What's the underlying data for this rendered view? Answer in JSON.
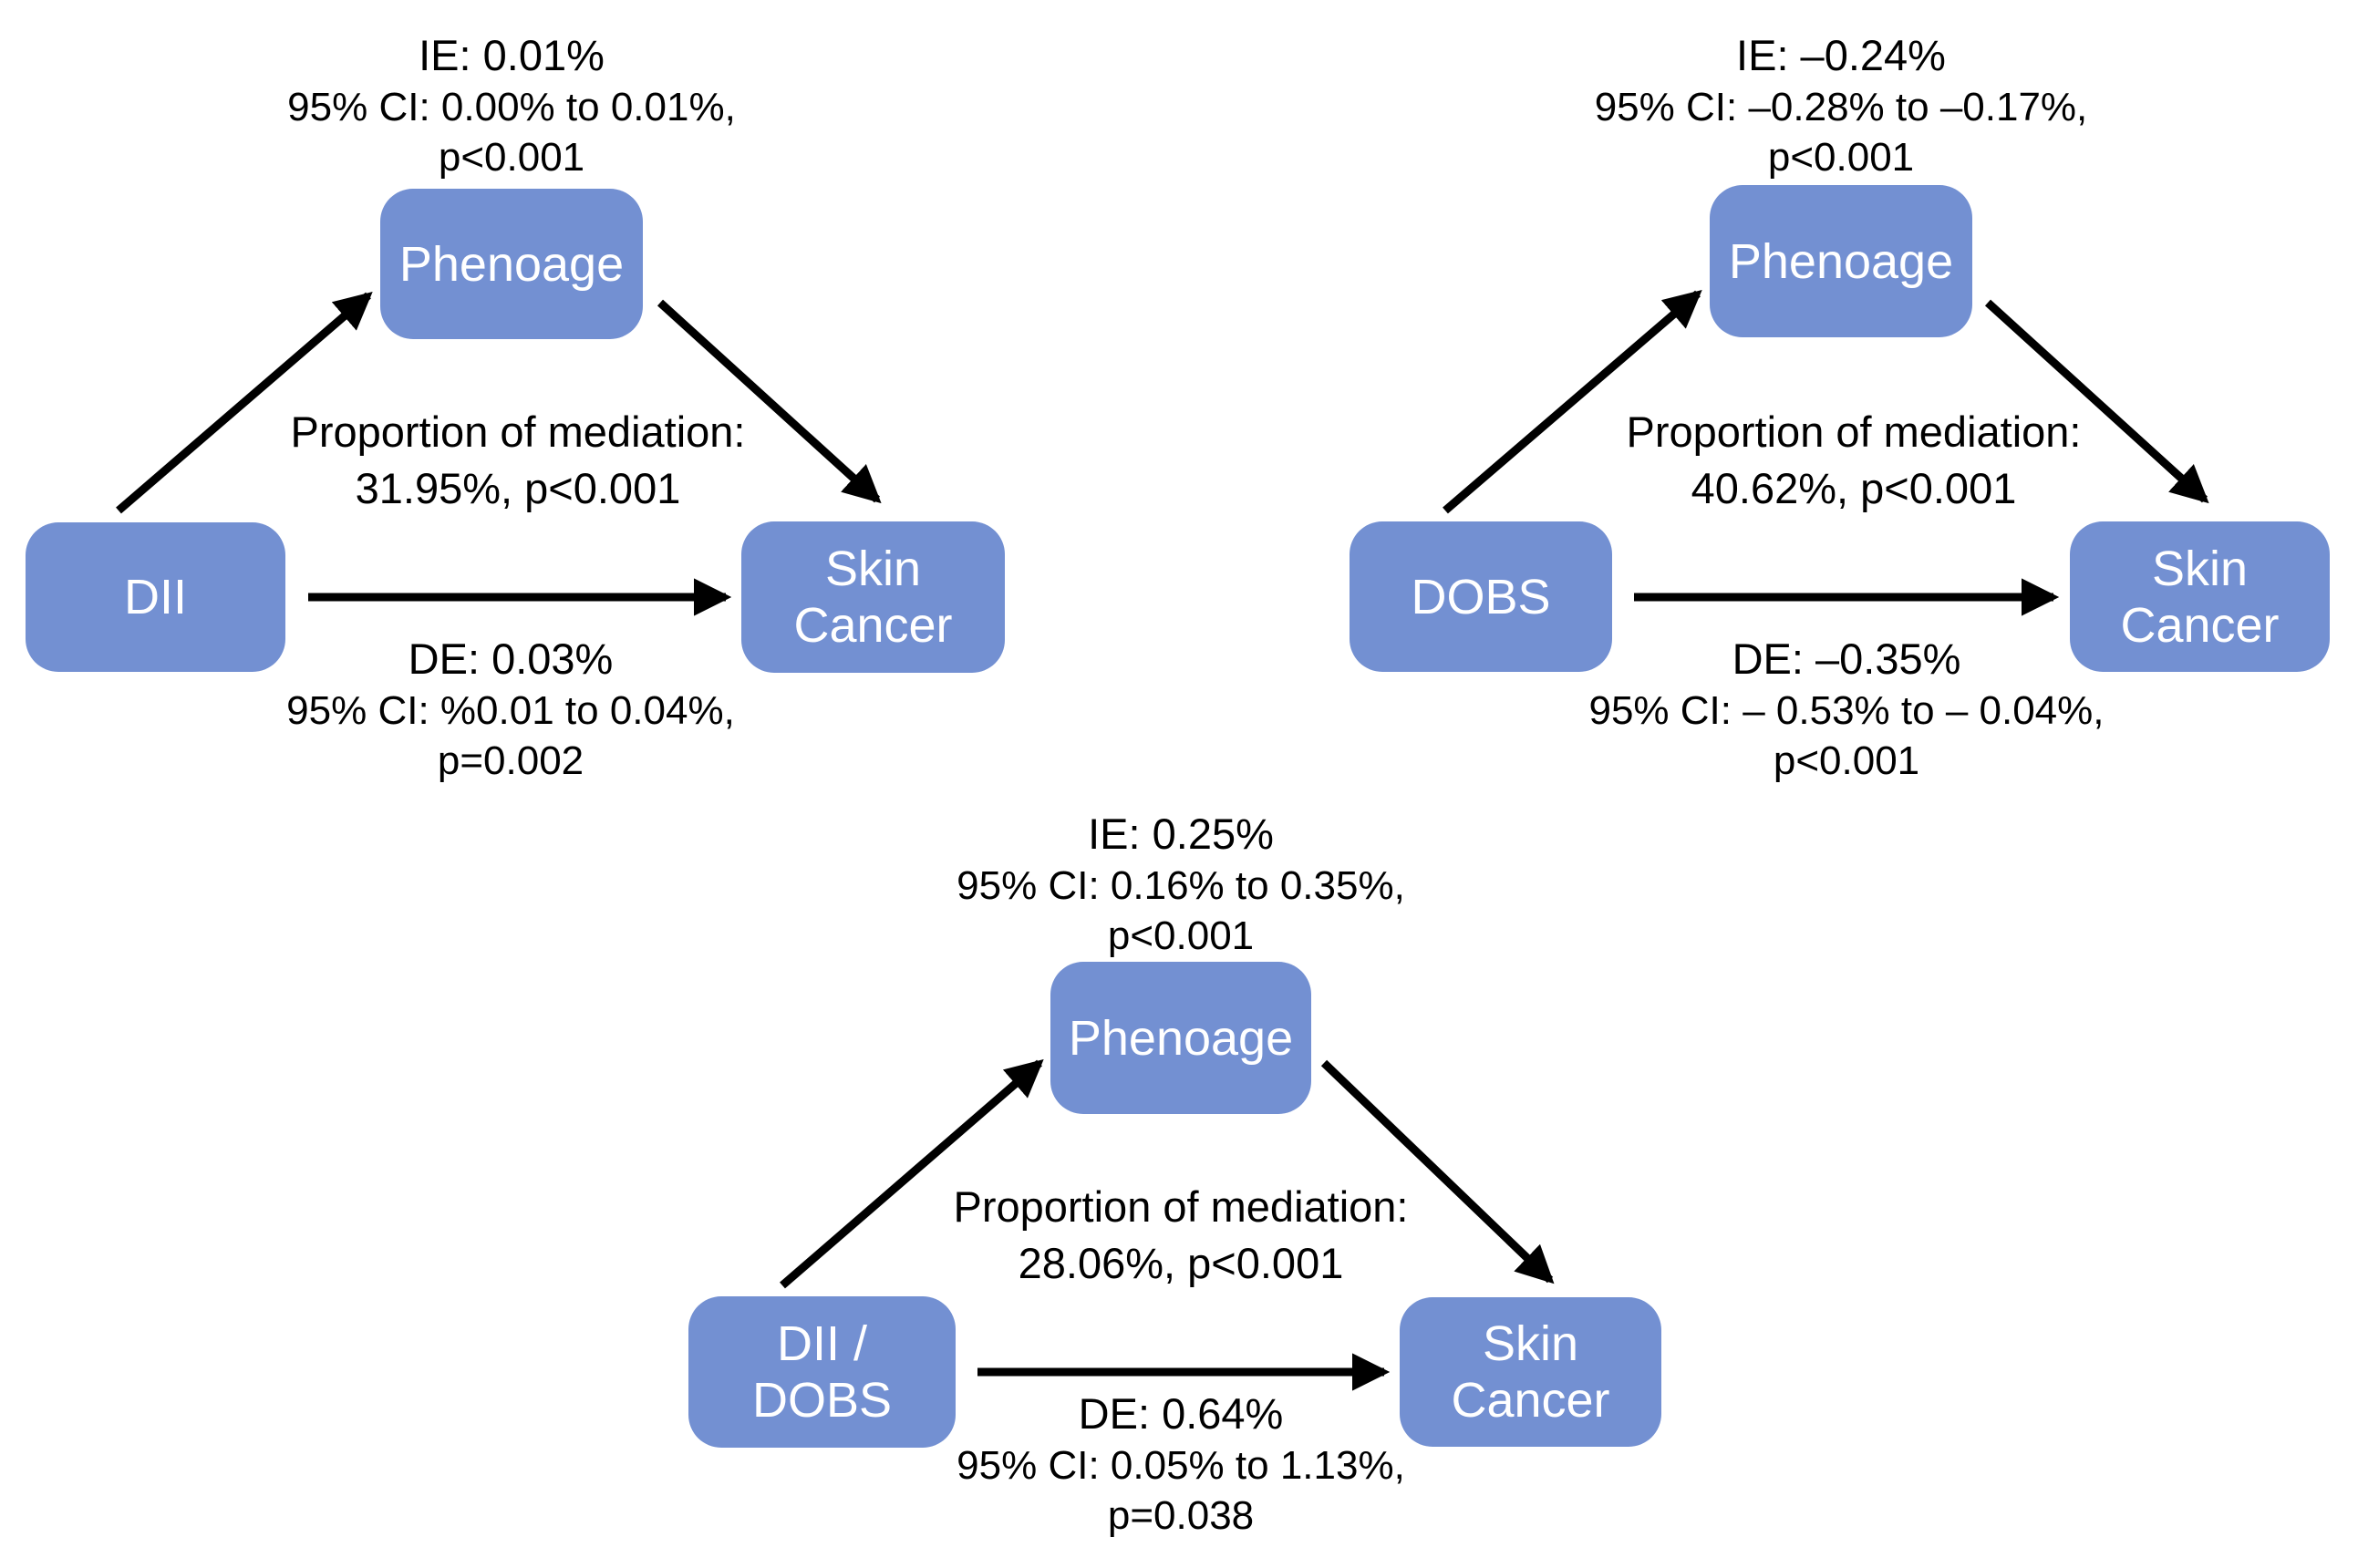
{
  "figure": {
    "type": "mediation-path-diagrams",
    "colors": {
      "box_fill": "#7390D2",
      "box_text": "#FFFFFF",
      "annotation_text": "#000000",
      "arrow": "#000000",
      "background": "#FFFFFF"
    },
    "diagrams": [
      {
        "id": "dii",
        "exposure_lines": [
          "DII"
        ],
        "mediator": "Phenoage",
        "outcome_lines": [
          "Skin",
          "Cancer"
        ],
        "ie_lines": [
          "IE: 0.01%",
          "95% CI: 0.00% to 0.01%,",
          "p<0.001"
        ],
        "proportion_lines": [
          "Proportion of mediation:",
          "31.95%, p<0.001"
        ],
        "de_lines": [
          "DE: 0.03%",
          "95% CI: %0.01 to 0.04%,",
          "p=0.002"
        ]
      },
      {
        "id": "dobs",
        "exposure_lines": [
          "DOBS"
        ],
        "mediator": "Phenoage",
        "outcome_lines": [
          "Skin",
          "Cancer"
        ],
        "ie_lines": [
          "IE: –0.24%",
          "95% CI: –0.28% to –0.17%,",
          "p<0.001"
        ],
        "proportion_lines": [
          "Proportion of mediation:",
          "40.62%, p<0.001"
        ],
        "de_lines": [
          "DE: –0.35%",
          "95% CI: – 0.53% to – 0.04%,",
          "p<0.001"
        ]
      },
      {
        "id": "dii-dobs",
        "exposure_lines": [
          "DII /",
          "DOBS"
        ],
        "mediator": "Phenoage",
        "outcome_lines": [
          "Skin",
          "Cancer"
        ],
        "ie_lines": [
          "IE: 0.25%",
          "95% CI: 0.16% to 0.35%,",
          "p<0.001"
        ],
        "proportion_lines": [
          "Proportion of mediation:",
          "28.06%, p<0.001"
        ],
        "de_lines": [
          "DE: 0.64%",
          "95% CI: 0.05% to 1.13%,",
          "p=0.038"
        ]
      }
    ]
  }
}
